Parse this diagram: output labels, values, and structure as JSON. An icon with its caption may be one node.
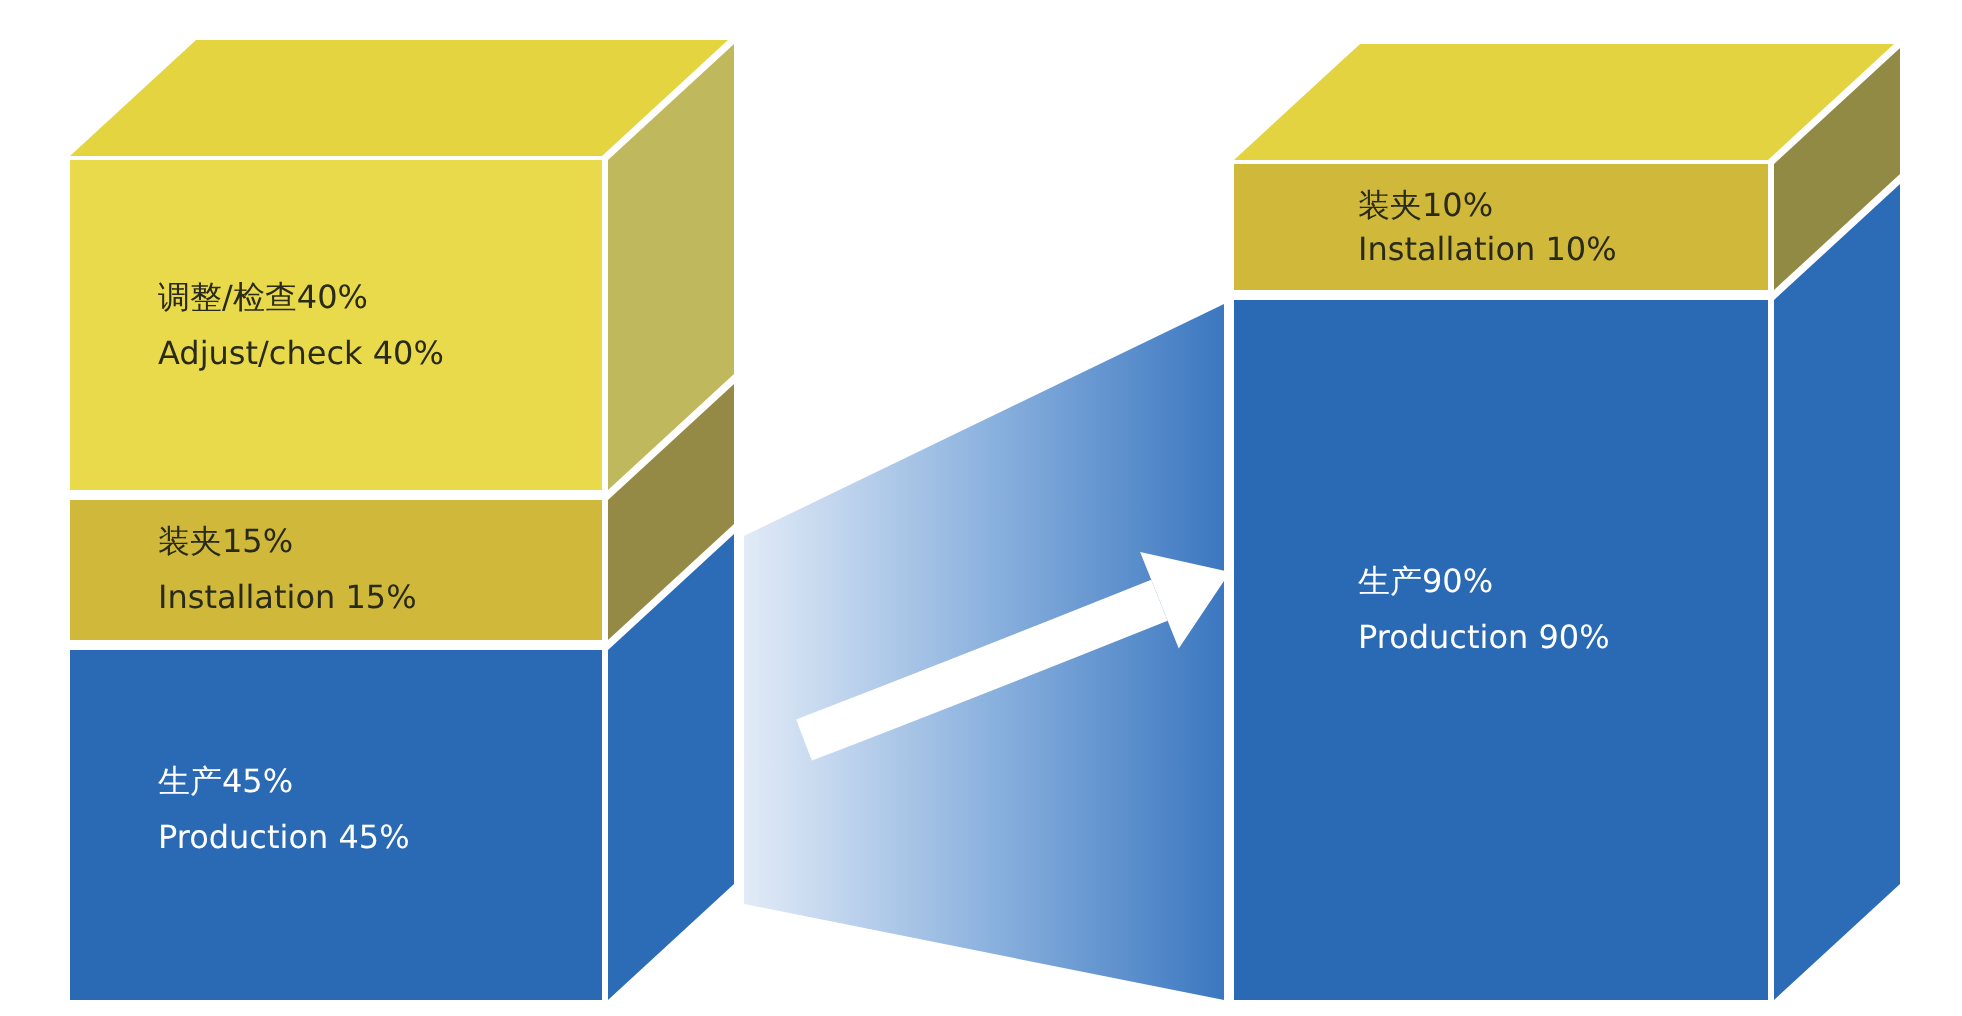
{
  "diagram": {
    "nodes": [
      {
        "text": [
          "调整/检查40%",
          "Adjust/check 40%"
        ]
      },
      {
        "text": [
          "装夹15%",
          "Installation 15%"
        ]
      },
      {
        "text": [
          "生产45%",
          "Production 45%"
        ]
      },
      {
        "text": [
          "装夹10%",
          "Installation 10%"
        ]
      },
      {
        "text": [
          "生产90%",
          "Production 90%"
        ]
      }
    ],
    "edges": [
      {
        "from": null,
        "to": 4,
        "arrow": "to"
      }
    ]
  }
}
